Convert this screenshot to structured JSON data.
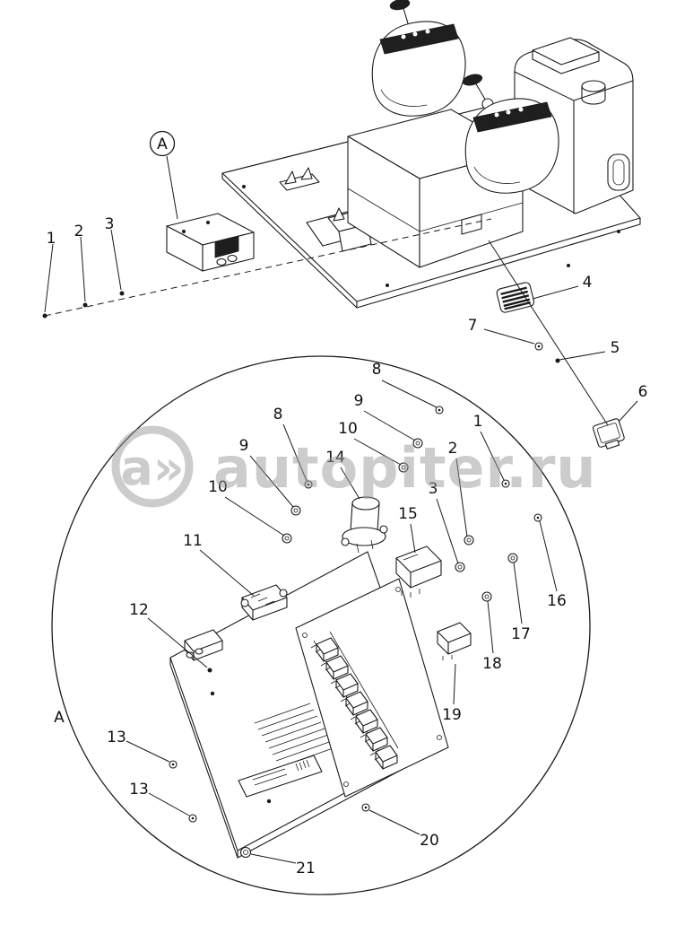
{
  "figure": {
    "kind": "exploded-parts-diagram"
  },
  "colors": {
    "background": "#ffffff",
    "line": "#1a1a1a",
    "watermark": "#9a9a9a"
  },
  "watermark": {
    "logo": "a»",
    "text": "autopiter.ru"
  },
  "labels": {
    "detail_marker": "A",
    "detail_view": "A"
  },
  "callouts": [
    {
      "label": "1"
    },
    {
      "label": "2"
    },
    {
      "label": "3"
    },
    {
      "label": "4"
    },
    {
      "label": "7"
    },
    {
      "label": "5"
    },
    {
      "label": "6"
    },
    {
      "label": "8"
    },
    {
      "label": "9"
    },
    {
      "label": "10"
    },
    {
      "label": "14"
    },
    {
      "label": "8"
    },
    {
      "label": "9"
    },
    {
      "label": "10"
    },
    {
      "label": "1"
    },
    {
      "label": "2"
    },
    {
      "label": "3"
    },
    {
      "label": "15"
    },
    {
      "label": "11"
    },
    {
      "label": "12"
    },
    {
      "label": "16"
    },
    {
      "label": "17"
    },
    {
      "label": "18"
    },
    {
      "label": "19"
    },
    {
      "label": "13"
    },
    {
      "label": "13"
    },
    {
      "label": "20"
    },
    {
      "label": "21"
    }
  ]
}
